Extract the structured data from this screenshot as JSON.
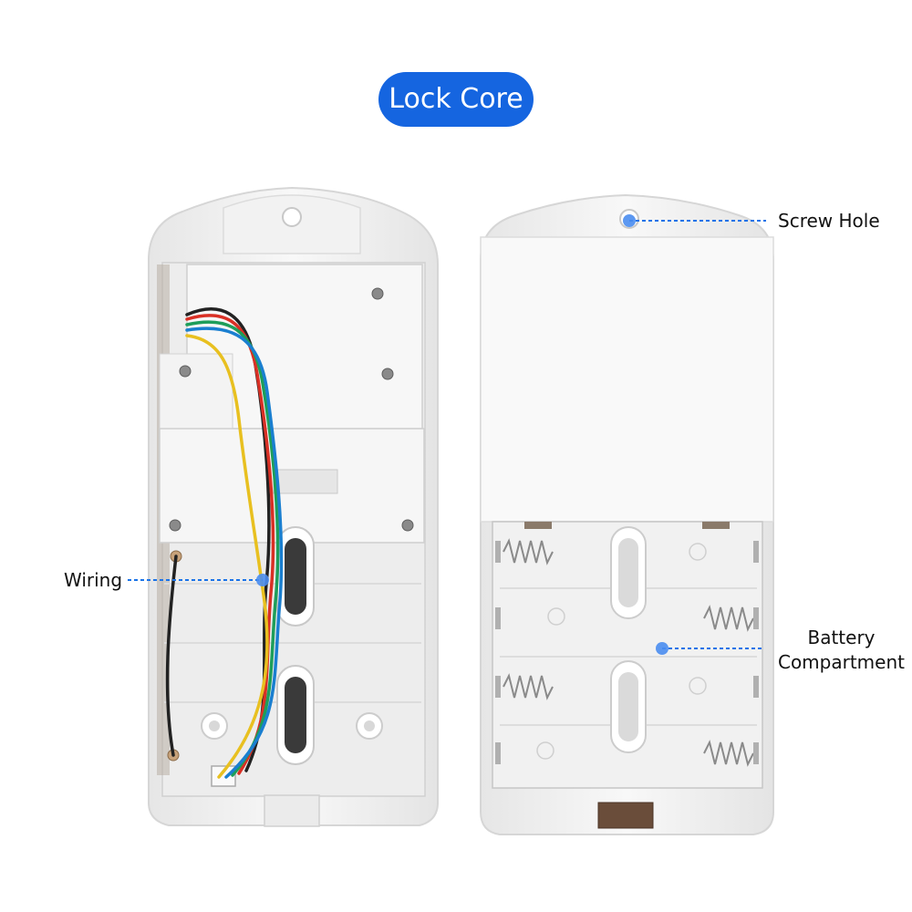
{
  "title": {
    "label": "Lock Core"
  },
  "callouts": {
    "screw_hole": "Screw Hole",
    "wiring": "Wiring",
    "battery_line1": "Battery",
    "battery_line2": "Compartment"
  },
  "colors": {
    "accent": "#1a73e8",
    "pill": "#1565e0",
    "housing": "#f4f4f4",
    "housing_edge": "#d9d9d9",
    "wire_black": "#222222",
    "wire_red": "#d93025",
    "wire_green": "#1e9e5a",
    "wire_blue": "#1a7fd0",
    "wire_yellow": "#e8c020"
  }
}
